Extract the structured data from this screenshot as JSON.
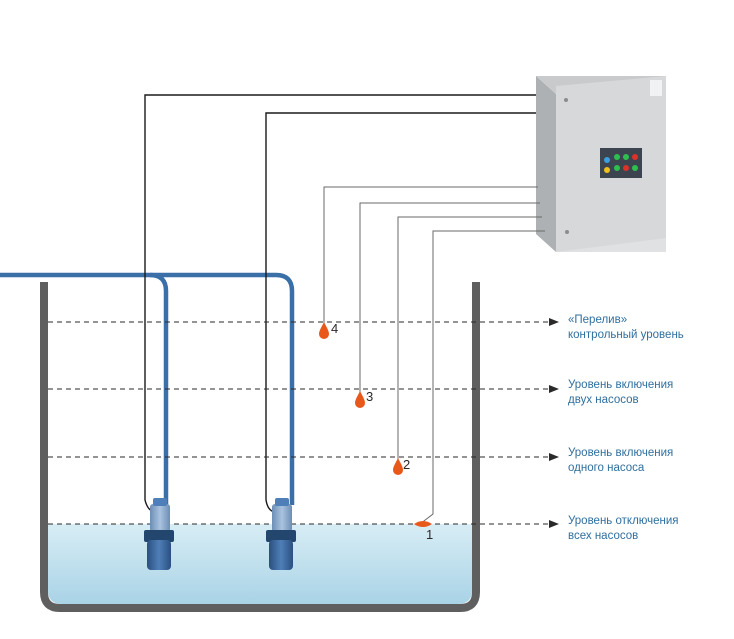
{
  "levels": [
    {
      "number": "4",
      "line1": "«Перелив»",
      "line2": "контрольный уровень"
    },
    {
      "number": "3",
      "line1": "Уровень включения",
      "line2": "двух насосов"
    },
    {
      "number": "2",
      "line1": "Уровень включения",
      "line2": "одного насоса"
    },
    {
      "number": "1",
      "line1": "Уровень отключения",
      "line2": "всех насосов"
    }
  ],
  "colors": {
    "label_text": "#2f6f9f",
    "tank_wall": "#5f5f5f",
    "water": "#bfe0ee",
    "pipe": "#3a6fa8",
    "float_sensor": "#e8581a",
    "cabinet": "#d9dbdc",
    "wire": "#1a1a1a"
  }
}
